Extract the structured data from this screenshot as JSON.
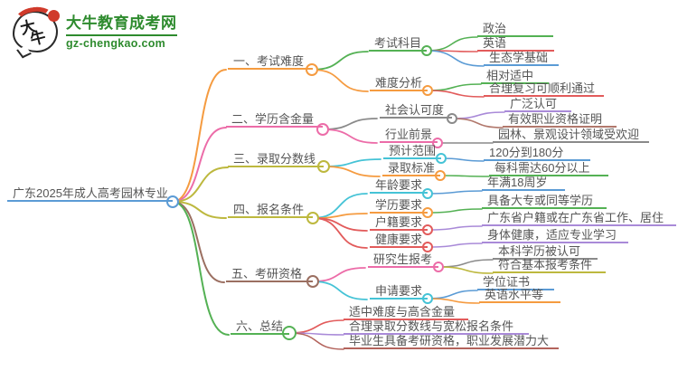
{
  "logo": {
    "bubble_char_1": "大",
    "bubble_char_2": "牛",
    "site_name": "大牛教育成考网",
    "site_url": "gz-chengkao.com",
    "brand_green": "#2e8b2e",
    "seal_red": "#d03a2b"
  },
  "palette": {
    "blue": "#5b9bd5",
    "orange": "#f59b40",
    "pink": "#ec6ca8",
    "olive": "#bdb83e",
    "brown": "#9b6f61",
    "green": "#54b154",
    "gray": "#8a8a8a",
    "cyan": "#45c3d6",
    "red": "#e25b5b",
    "purple": "#a98ad8",
    "rosybrown": "#b1786c",
    "darkred": "#b3635c",
    "text": "#555555"
  },
  "mindmap": {
    "root": "广东2025年成人高考园林专业",
    "branches": [
      {
        "label": "一、考试难度",
        "children": [
          {
            "label": "考试科目",
            "leaves": [
              "政治",
              "英语",
              "生态学基础"
            ]
          },
          {
            "label": "难度分析",
            "leaves": [
              "相对适中",
              "合理复习可顺利通过"
            ]
          }
        ]
      },
      {
        "label": "二、学历含金量",
        "children": [
          {
            "label": "社会认可度",
            "leaves": [
              "广泛认可",
              "有效职业资格证明"
            ]
          },
          {
            "label": "行业前景",
            "leaves": [
              "园林、景观设计领域受欢迎"
            ]
          }
        ]
      },
      {
        "label": "三、录取分数线",
        "children": [
          {
            "label": "预计范围",
            "leaves": [
              "120分到180分"
            ]
          },
          {
            "label": "录取标准",
            "leaves": [
              "每科需达60分以上"
            ]
          }
        ]
      },
      {
        "label": "四、报名条件",
        "children": [
          {
            "label": "年龄要求",
            "leaves": [
              "年满18周岁"
            ]
          },
          {
            "label": "学历要求",
            "leaves": [
              "具备大专或同等学历"
            ]
          },
          {
            "label": "户籍要求",
            "leaves": [
              "广东省户籍或在广东省工作、居住"
            ]
          },
          {
            "label": "健康要求",
            "leaves": [
              "身体健康，适应专业学习"
            ]
          }
        ]
      },
      {
        "label": "五、考研资格",
        "children": [
          {
            "label": "研究生报考",
            "leaves": [
              "本科学历被认可",
              "符合基本报考条件"
            ]
          },
          {
            "label": "申请要求",
            "leaves": [
              "学位证书",
              "英语水平等"
            ]
          }
        ]
      },
      {
        "label": "六、总结",
        "leaves": [
          "适中难度与高含金量",
          "合理录取分数线与宽松报名条件",
          "毕业生具备考研资格，职业发展潜力大"
        ]
      }
    ]
  }
}
